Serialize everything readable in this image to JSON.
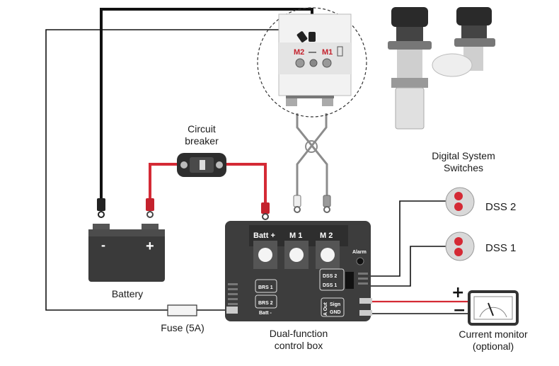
{
  "labels": {
    "circuit_breaker_line1": "Circuit",
    "circuit_breaker_line2": "breaker",
    "digital_switches_line1": "Digital System",
    "digital_switches_line2": "Switches",
    "dss2": "DSS 2",
    "dss1": "DSS 1",
    "battery": "Battery",
    "fuse": "Fuse (5A)",
    "control_box_line1": "Dual-function",
    "control_box_line2": "control box",
    "current_monitor_line1": "Current monitor",
    "current_monitor_line2": "(optional)",
    "plus": "+",
    "minus": "−"
  },
  "motor": {
    "m2": "M2",
    "m1": "M1"
  },
  "battery_terminals": {
    "neg": "-",
    "pos": "+"
  },
  "box": {
    "batt_plus": "Batt +",
    "m1": "M 1",
    "m2": "M 2",
    "alarm": "Alarm",
    "dss2": "DSS 2",
    "dss1": "DSS 1",
    "brs1": "BRS 1",
    "brs2": "BRS 2",
    "batt_minus": "Batt -",
    "a_out": "A Out",
    "sign": "Sign",
    "gnd": "GND"
  },
  "colors": {
    "wire_black": "#111111",
    "wire_red": "#d42a35",
    "wire_grey": "#9a9a9a",
    "box_body": "#3d3d3d",
    "battery_body": "#3a3a3a",
    "dss_button": "#d42a35"
  }
}
